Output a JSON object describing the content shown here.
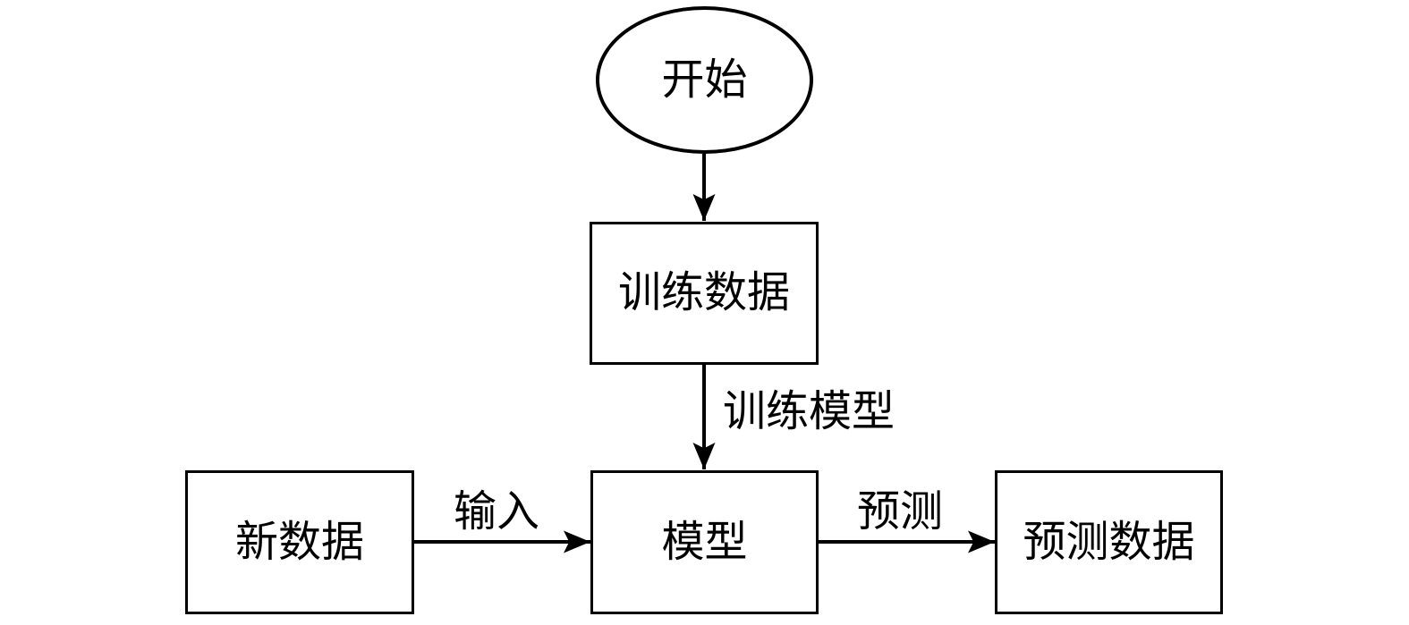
{
  "diagram": {
    "type": "flowchart",
    "background_color": "#ffffff",
    "stroke_color": "#000000",
    "text_color": "#000000",
    "nodes": {
      "start": {
        "label": "开始",
        "shape": "ellipse"
      },
      "training_data": {
        "label": "训练数据",
        "shape": "rectangle"
      },
      "new_data": {
        "label": "新数据",
        "shape": "rectangle"
      },
      "model": {
        "label": "模型",
        "shape": "rectangle"
      },
      "prediction_data": {
        "label": "预测数据",
        "shape": "rectangle"
      }
    },
    "edges": [
      {
        "from": "start",
        "to": "training_data",
        "label": ""
      },
      {
        "from": "training_data",
        "to": "model",
        "label": "训练模型"
      },
      {
        "from": "new_data",
        "to": "model",
        "label": "输入"
      },
      {
        "from": "model",
        "to": "prediction_data",
        "label": "预测"
      }
    ]
  }
}
